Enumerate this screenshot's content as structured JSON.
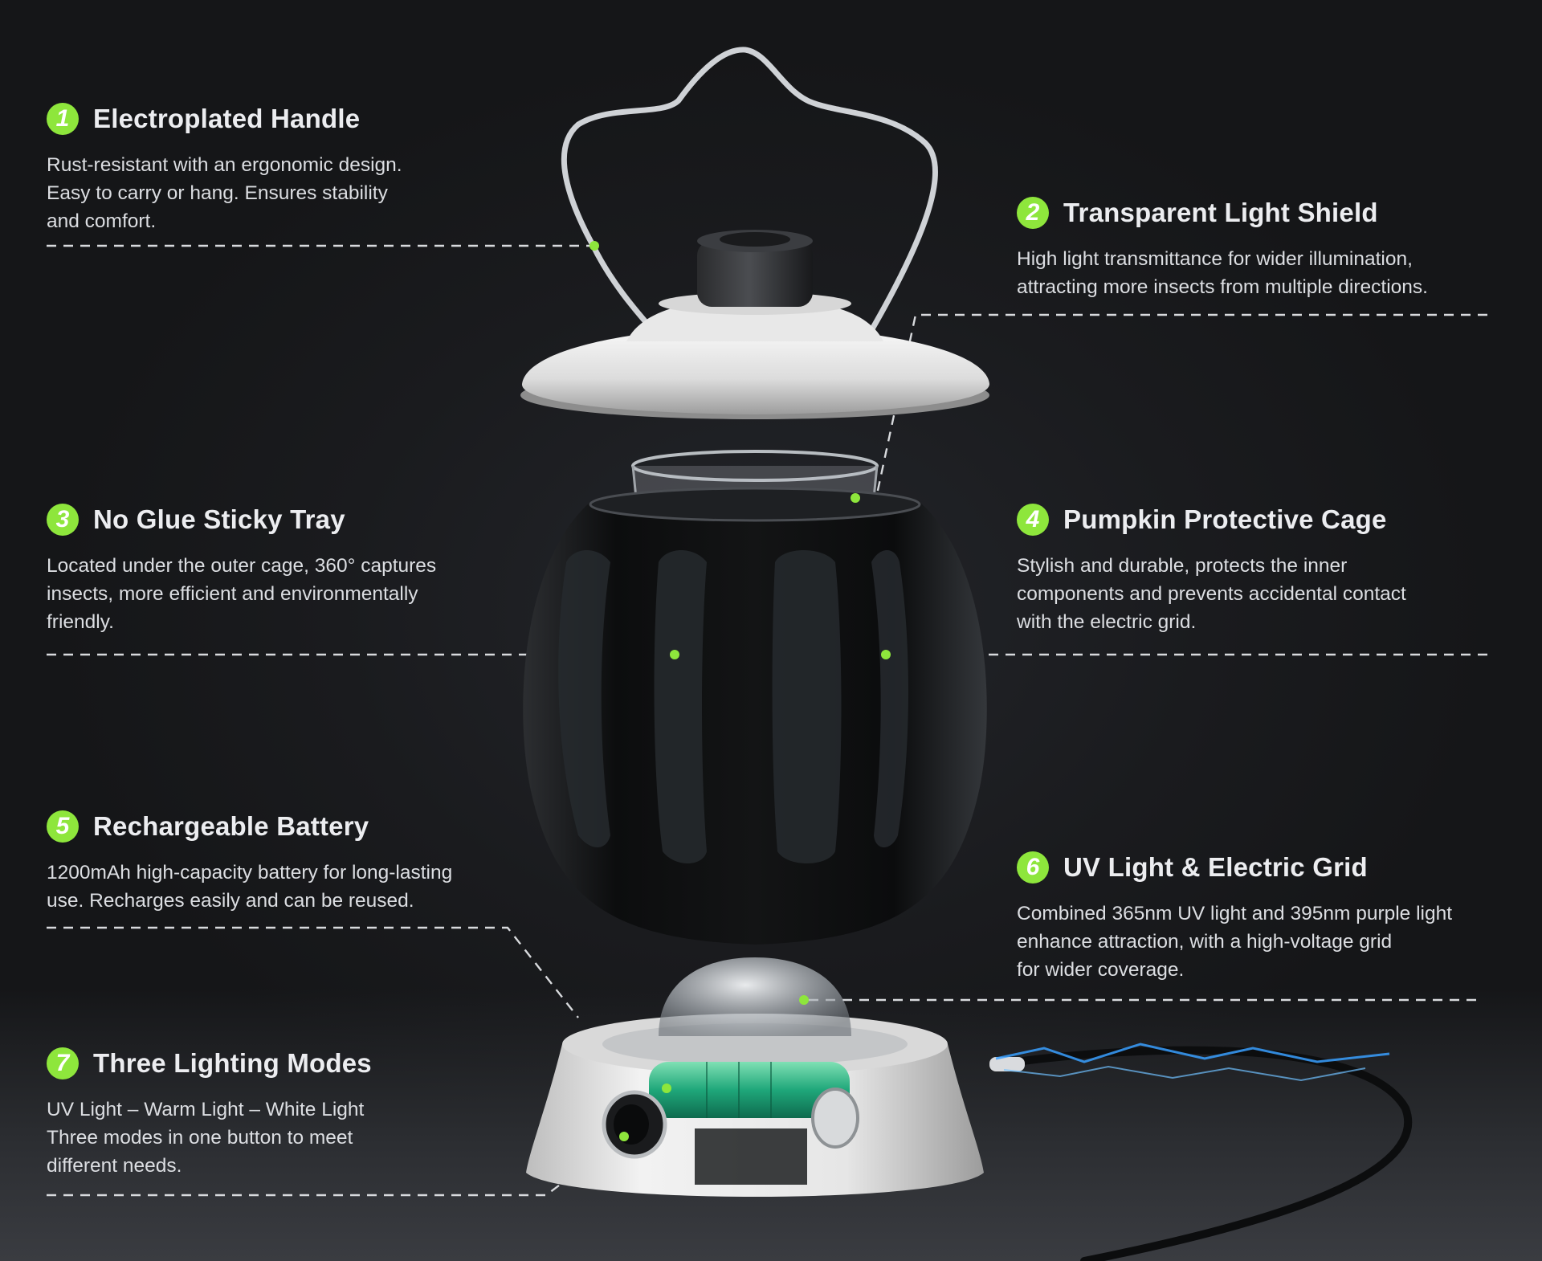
{
  "callouts": [
    {
      "number": "1",
      "title": "Electroplated Handle",
      "lines": [
        "Rust-resistant with an ergonomic design.",
        "Easy to carry or hang. Ensures stability",
        "and comfort."
      ]
    },
    {
      "number": "2",
      "title": "Transparent Light Shield",
      "lines": [
        "High light transmittance for wider illumination,",
        "attracting more insects from multiple directions."
      ]
    },
    {
      "number": "3",
      "title": "No Glue Sticky Tray",
      "lines": [
        "Located under the outer cage, 360° captures",
        "insects, more efficient and environmentally",
        "friendly."
      ]
    },
    {
      "number": "4",
      "title": "Pumpkin Protective Cage",
      "lines": [
        "Stylish and durable, protects the inner",
        "components and prevents accidental contact",
        "with the electric grid."
      ]
    },
    {
      "number": "5",
      "title": "Rechargeable Battery",
      "lines": [
        "1200mAh high-capacity battery for long-lasting",
        "use. Recharges easily and can be reused."
      ]
    },
    {
      "number": "6",
      "title": "UV Light & Electric Grid",
      "lines": [
        "Combined 365nm UV light and 395nm purple light",
        "enhance attraction, with a high-voltage grid",
        "for wider coverage."
      ]
    },
    {
      "number": "7",
      "title": "Three Lighting Modes",
      "lines": [
        "UV Light – Warm Light – White Light",
        "Three modes in one button to meet",
        "different needs."
      ]
    }
  ],
  "colors": {
    "accent": "#8ee63c",
    "background": "#1b1c1e",
    "leader": "#d8dadd",
    "spark": "#3aa0ff"
  }
}
